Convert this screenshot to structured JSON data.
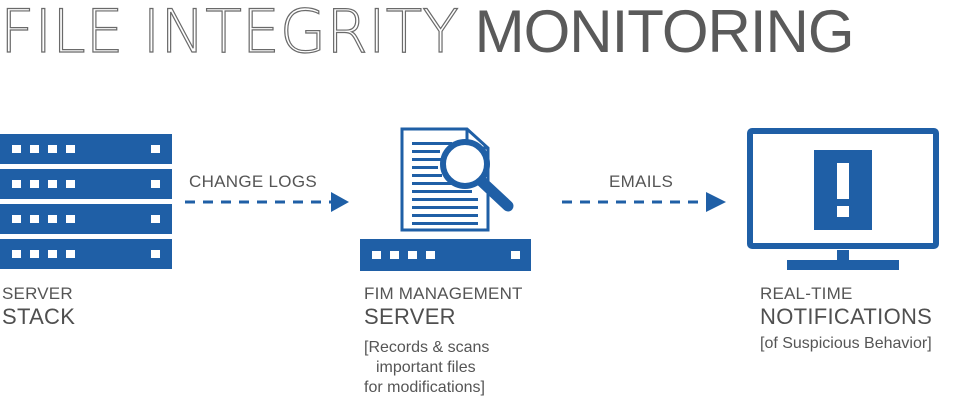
{
  "title": {
    "thin": "FILE INTEGRITY",
    "bold": "MONITORING"
  },
  "nodes": {
    "server_stack": {
      "line1": "SERVER",
      "line2": "STACK"
    },
    "fim_server": {
      "line1": "FIM MANAGEMENT",
      "line2": "SERVER",
      "desc": [
        "[Records & scans",
        "important files",
        "for modifications]"
      ]
    },
    "notifications": {
      "line1": "REAL-TIME",
      "line2": "NOTIFICATIONS",
      "desc": "[of Suspicious Behavior]"
    }
  },
  "arrows": {
    "change_logs": "CHANGE LOGS",
    "emails": "EMAILS"
  },
  "colors": {
    "accent": "#1f5fa6",
    "text": "#555555"
  },
  "icons": [
    "server-stack-icon",
    "document-magnifier-icon",
    "monitor-alert-icon"
  ]
}
